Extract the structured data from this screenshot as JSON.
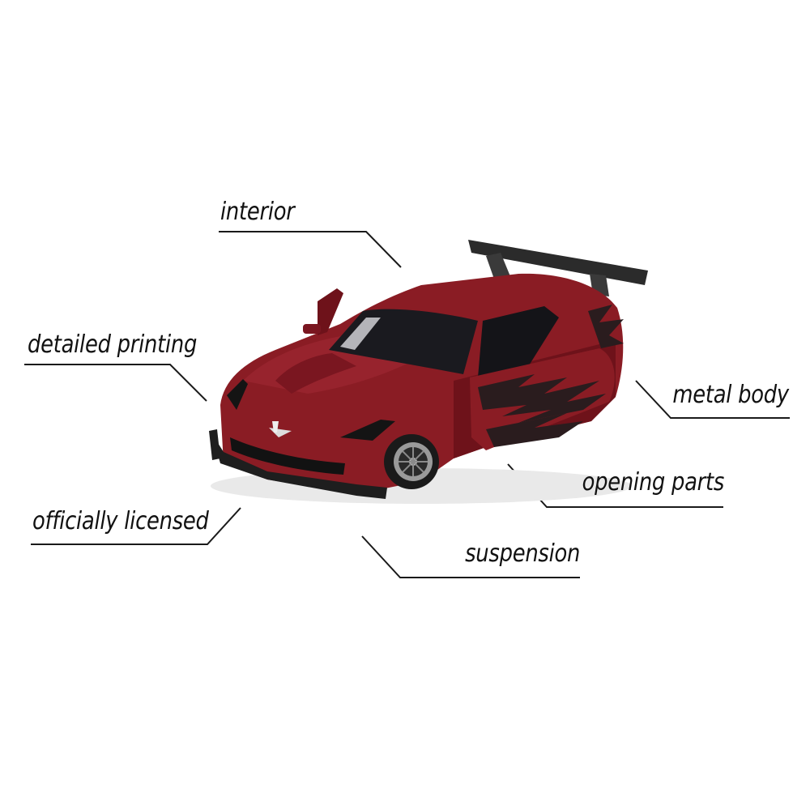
{
  "callouts": {
    "interior": "interior",
    "detailed_printing": "detailed printing",
    "metal_body": "metal body",
    "opening_parts": "opening parts",
    "officially_licensed": "officially licensed",
    "suspension": "suspension"
  },
  "colors": {
    "car_body": "#8a1c24",
    "car_body_shadow": "#5e0f16",
    "flame_graphic": "#2a1c1e",
    "spoiler": "#2b2b2b",
    "leader_line": "#1a1a1a"
  }
}
